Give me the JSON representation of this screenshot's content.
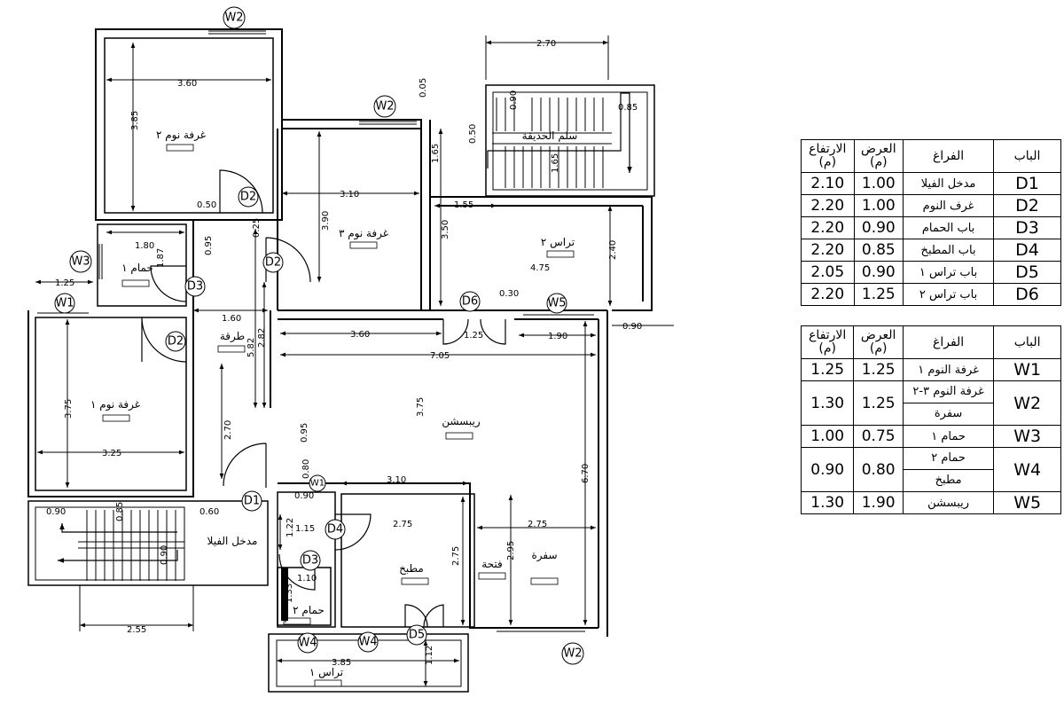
{
  "rooms": {
    "bedroom2": "غرفة نوم ٢",
    "bedroom3": "غرفة نوم ٣",
    "bedroom1": "غرفة نوم ١",
    "bath1": "حمام ١",
    "bath2": "حمام ٢",
    "corridor": "طرقة",
    "reception": "ريبسشن",
    "kitchen": "مطبخ",
    "dining": "سفرة",
    "opening": "فتحة",
    "terrace2": "تراس ٢",
    "terrace1": "تراس ١",
    "entrance": "مدخل الفيلا",
    "garden_stair": "سلم الحديقة"
  },
  "dims": {
    "d_270_top": "2.70",
    "d_360": "3.60",
    "d_385_b2": "3.85",
    "d_005": "0.05",
    "d_090_st": "0.90",
    "d_085": "0.85",
    "d_050_a": "0.50",
    "d_165_a": "1.65",
    "d_165_b": "1.65",
    "d_310_b3": "3.10",
    "d_390": "3.90",
    "d_155": "1.55",
    "d_350": "3.50",
    "d_240": "2.40",
    "d_475": "4.75",
    "d_050_b": "0.50",
    "d_025": "0.25",
    "d_180": "1.80",
    "d_095_a": "0.95",
    "d_187": "1.87",
    "d_125_w": "1.25",
    "d_160": "1.60",
    "d_282": "2.82",
    "d_582": "5.82",
    "d_360_r": "3.60",
    "d_125_r": "1.25",
    "d_030": "0.30",
    "d_190": "1.90",
    "d_090_r": "0.90",
    "d_705": "7.05",
    "d_375_r": "3.75",
    "d_375_b1": "3.75",
    "d_325": "3.25",
    "d_270_c": "2.70",
    "d_095_b": "0.95",
    "d_080": "0.80",
    "d_090_k": "0.90",
    "d_310_k": "3.10",
    "d_670": "6.70",
    "d_090_e": "0.90",
    "d_085_e": "0.85",
    "d_060": "0.60",
    "d_090_e2": "0.90",
    "d_122": "1.22",
    "d_115": "1.15",
    "d_275_k": "2.75",
    "d_275_kv": "2.75",
    "d_275_s": "2.75",
    "d_295": "2.95",
    "d_110": "1.10",
    "d_133": "1.33",
    "d_255": "2.55",
    "d_385_t": "3.85",
    "d_112": "1.12"
  },
  "tags": {
    "W2_top": "W2",
    "W2_mid": "W2",
    "W2_bot": "W2",
    "W3": "W3",
    "W1": "W1",
    "W5": "W5",
    "W1_k": "W1",
    "W4_a": "W4",
    "W4_b": "W4",
    "D2_a": "D2",
    "D2_b": "D2",
    "D2_c": "D2",
    "D3_a": "D3",
    "D3_b": "D3",
    "D4": "D4",
    "D5": "D5",
    "D6": "D6",
    "D1": "D1"
  },
  "door_table": {
    "headers": [
      "الباب",
      "الفراغ",
      "العرض (م)",
      "الارتفاع (م)"
    ],
    "rows": [
      {
        "code": "D1",
        "space": "مدخل الفيلا",
        "width": "1.00",
        "height": "2.10"
      },
      {
        "code": "D2",
        "space": "غرف النوم",
        "width": "1.00",
        "height": "2.20"
      },
      {
        "code": "D3",
        "space": "باب الحمام",
        "width": "0.90",
        "height": "2.20"
      },
      {
        "code": "D4",
        "space": "باب المطبخ",
        "width": "0.85",
        "height": "2.20"
      },
      {
        "code": "D5",
        "space": "باب تراس ١",
        "width": "0.90",
        "height": "2.05"
      },
      {
        "code": "D6",
        "space": "باب تراس ٢",
        "width": "1.25",
        "height": "2.20"
      }
    ]
  },
  "window_table": {
    "headers": [
      "الباب",
      "الفراغ",
      "العرض (م)",
      "الارتفاع (م)"
    ],
    "rows": [
      {
        "code": "W1",
        "spaces": [
          "غرفة النوم ١"
        ],
        "width": "1.25",
        "height": "1.25"
      },
      {
        "code": "W2",
        "spaces": [
          "غرفة النوم ٣-٢",
          "سفرة"
        ],
        "width": "1.25",
        "height": "1.30"
      },
      {
        "code": "W3",
        "spaces": [
          "حمام ١"
        ],
        "width": "0.75",
        "height": "1.00"
      },
      {
        "code": "W4",
        "spaces": [
          "حمام ٢",
          "مطبخ"
        ],
        "width": "0.80",
        "height": "0.90"
      },
      {
        "code": "W5",
        "spaces": [
          "ريبسشن"
        ],
        "width": "1.90",
        "height": "1.30"
      }
    ]
  }
}
